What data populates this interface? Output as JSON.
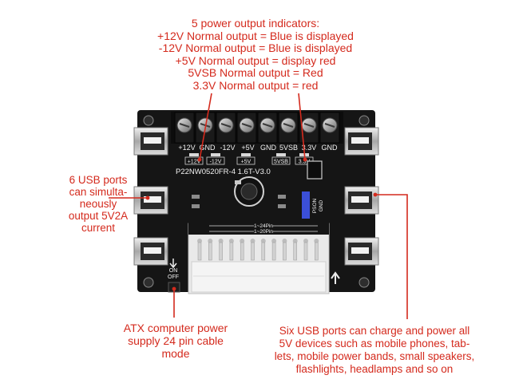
{
  "annotations": {
    "top": {
      "lines": [
        "5 power output indicators:",
        "+12V Normal output = Blue is displayed",
        "-12V Normal output = Blue is displayed",
        "+5V Normal output = display red",
        "5VSB Normal output = Red",
        "3.3V Normal output = red"
      ]
    },
    "left": {
      "lines": [
        "6 USB ports",
        "can simulta-",
        "neously",
        "output 5V2A",
        "current"
      ]
    },
    "bottom_left": {
      "lines": [
        "ATX computer power",
        "supply 24 pin cable",
        "mode"
      ]
    },
    "bottom_right": {
      "lines": [
        "Six USB ports can charge and power all",
        "5V devices such as mobile phones, tab-",
        "lets, mobile power bands, small speakers,",
        "flashlights, headlamps and so on"
      ]
    }
  },
  "board": {
    "terminal_labels": [
      "+12V",
      "GND",
      "-12V",
      "+5V",
      "GND",
      "5VSB",
      "3.3V",
      "GND"
    ],
    "indicator_labels": [
      "+12V",
      "-12V",
      "+5V",
      "5VSB",
      "3.3V"
    ],
    "model_text": "P22NW0520FR-4  1.6T-V3.0",
    "connector_labels": [
      "1~24Pin",
      "1~20Pin"
    ],
    "switch_labels": [
      "ON",
      "OFF"
    ],
    "side_labels": [
      "PSON",
      "GND"
    ]
  },
  "colors": {
    "annotation": "#d42a1d",
    "pcb": "#141414",
    "usb_metal": "#c8c8c8",
    "connector": "#e8e8e8"
  }
}
